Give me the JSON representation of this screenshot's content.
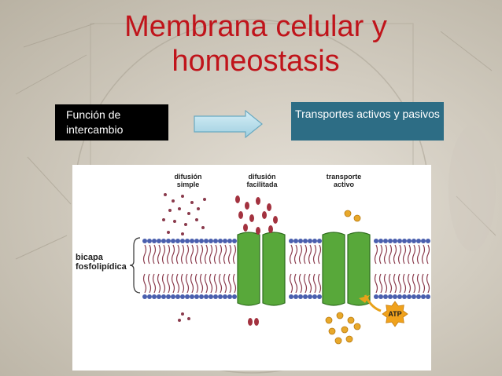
{
  "title": "Membrana celular y homeostasis",
  "box_left": {
    "text": "Función de intercambio"
  },
  "box_right": {
    "text": "Transportes activos y pasivos"
  },
  "figure": {
    "labels": {
      "difusion_simple": "difusión simple",
      "difusion_facilitada": "difusión facilitada",
      "transporte_activo": "transporte activo",
      "bicapa": "bicapa fosfolipídica",
      "atp": "ATP"
    },
    "colors": {
      "lipid_head": "#4a5fae",
      "lipid_tail": "#8a3a4c",
      "protein": "#58a83a",
      "particle_simple": "#8a3a4c",
      "particle_facilitated": "#a3323f",
      "particle_active": "#e8a82a",
      "atp": "#f0a21c"
    }
  },
  "icons": [
    "right-arrow-icon",
    "atp-icon"
  ]
}
